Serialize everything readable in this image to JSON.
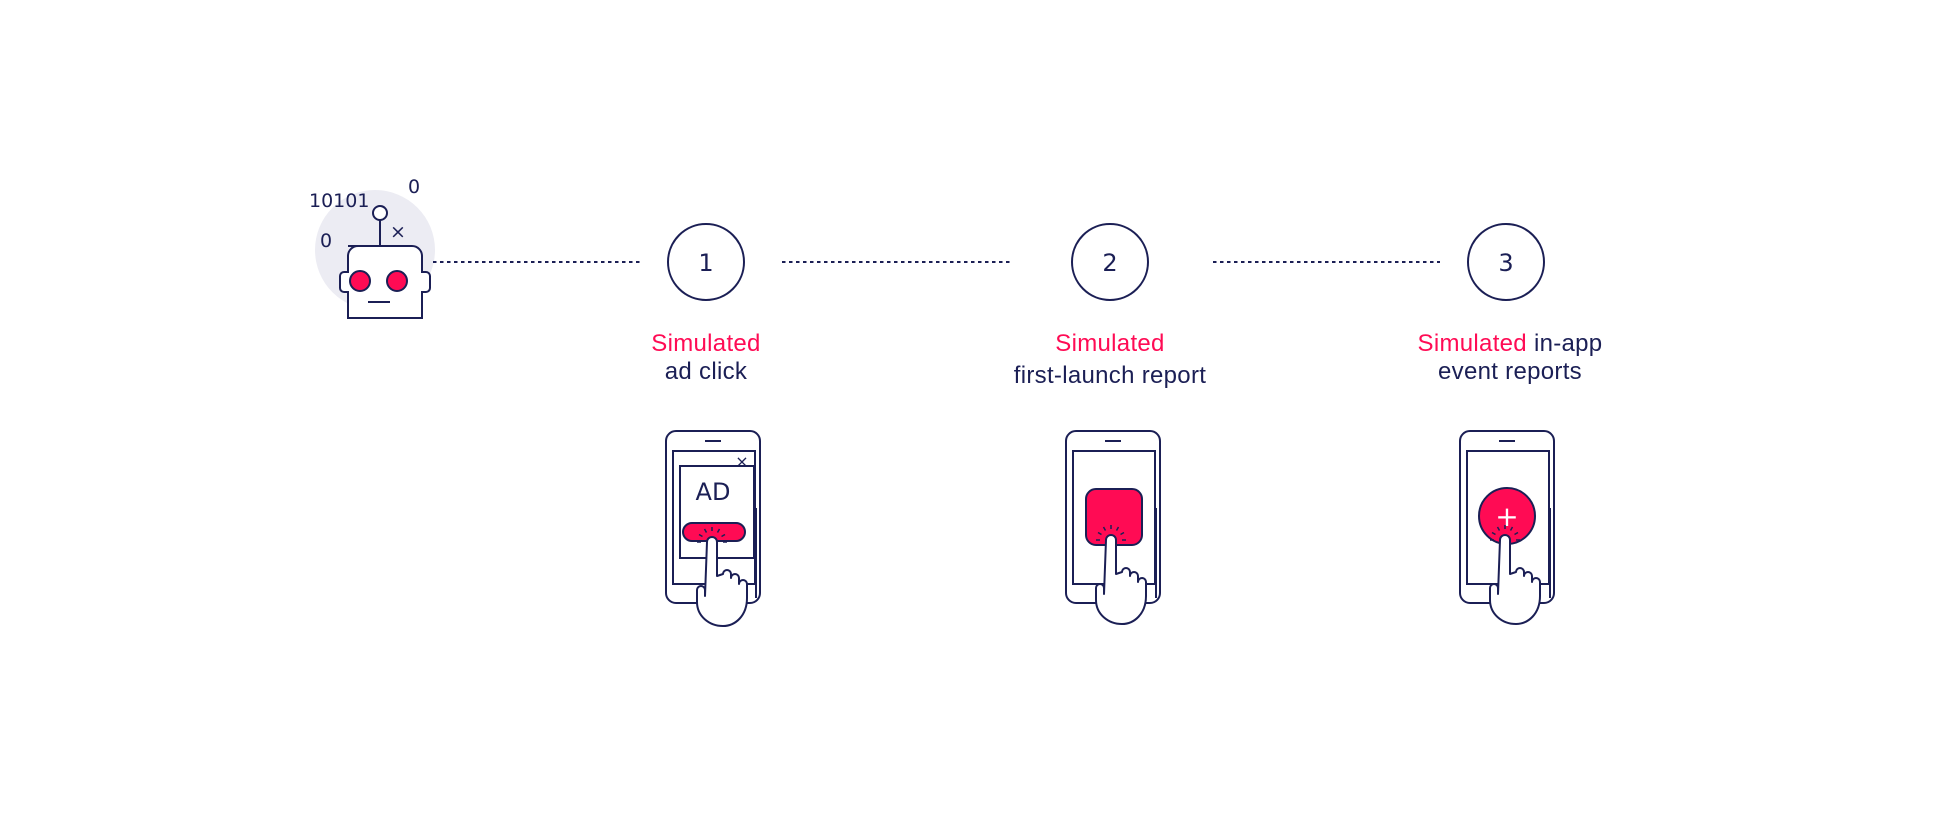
{
  "robot": {
    "binary_top": "10101",
    "binary_right": "0",
    "binary_left": "0",
    "x_mark": "×"
  },
  "steps": [
    {
      "number": "1",
      "accent_text": "Simulated",
      "rest_text": "ad click",
      "phone_screen": "ad",
      "screen_text": "AD",
      "close_mark": "×"
    },
    {
      "number": "2",
      "accent_text": "Simulated",
      "rest_text": "first-launch report",
      "phone_screen": "app-icon"
    },
    {
      "number": "3",
      "accent_text": "Simulated",
      "rest_inline": "in-app",
      "rest_text": "event reports",
      "phone_screen": "plus",
      "plus_glyph": "+"
    }
  ],
  "colors": {
    "navy": "#1b1f55",
    "accent": "#ff0b54",
    "robot_bg": "#ececf3"
  }
}
